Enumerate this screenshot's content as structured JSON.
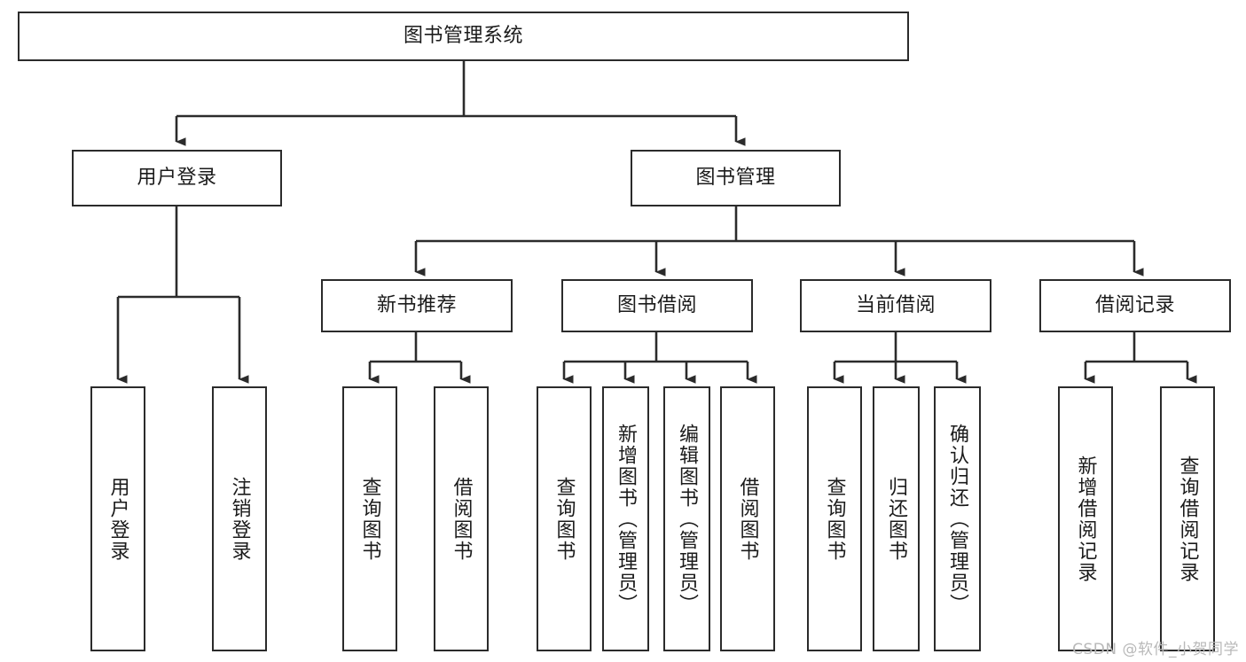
{
  "diagram": {
    "type": "tree-hierarchy-chart",
    "title": "图书管理系统",
    "colors": {
      "box_border": "#2b2b2b",
      "box_fill": "#ffffff",
      "connector": "#2b2b2b",
      "text": "#1b1b1b",
      "watermark": "#b9b9b9",
      "background": "#ffffff"
    },
    "levels": {
      "level1": [
        {
          "id": "root",
          "label": "图书管理系统",
          "orientation": "horizontal"
        }
      ],
      "level2": [
        {
          "id": "user-login",
          "label": "用户登录",
          "orientation": "horizontal"
        },
        {
          "id": "book-management",
          "label": "图书管理",
          "orientation": "horizontal"
        }
      ],
      "level3": [
        {
          "id": "new-book-recommend",
          "label": "新书推荐",
          "orientation": "horizontal",
          "parent": "book-management"
        },
        {
          "id": "book-borrow",
          "label": "图书借阅",
          "orientation": "horizontal",
          "parent": "book-management"
        },
        {
          "id": "current-borrow",
          "label": "当前借阅",
          "orientation": "horizontal",
          "parent": "book-management"
        },
        {
          "id": "borrow-record",
          "label": "借阅记录",
          "orientation": "horizontal",
          "parent": "book-management"
        }
      ],
      "level4": [
        {
          "id": "leaf-user-login",
          "label": "用户登录",
          "orientation": "vertical",
          "parent": "user-login"
        },
        {
          "id": "leaf-user-logout",
          "label": "注销登录",
          "orientation": "vertical",
          "parent": "user-login"
        },
        {
          "id": "leaf-query-book-1",
          "label": "查询图书",
          "orientation": "vertical",
          "parent": "new-book-recommend"
        },
        {
          "id": "leaf-borrow-book-1",
          "label": "借阅图书",
          "orientation": "vertical",
          "parent": "new-book-recommend"
        },
        {
          "id": "leaf-query-book-2",
          "label": "查询图书",
          "orientation": "vertical",
          "parent": "book-borrow"
        },
        {
          "id": "leaf-add-book",
          "label": "新增图书（管理员）",
          "orientation": "vertical",
          "parent": "book-borrow"
        },
        {
          "id": "leaf-edit-book",
          "label": "编辑图书（管理员）",
          "orientation": "vertical",
          "parent": "book-borrow"
        },
        {
          "id": "leaf-borrow-book-2",
          "label": "借阅图书",
          "orientation": "vertical",
          "parent": "book-borrow"
        },
        {
          "id": "leaf-query-book-3",
          "label": "查询图书",
          "orientation": "vertical",
          "parent": "current-borrow"
        },
        {
          "id": "leaf-return-book",
          "label": "归还图书",
          "orientation": "vertical",
          "parent": "current-borrow"
        },
        {
          "id": "leaf-confirm-return",
          "label": "确认归还（管理员）",
          "orientation": "vertical",
          "parent": "current-borrow"
        },
        {
          "id": "leaf-add-record",
          "label": "新增借阅记录",
          "orientation": "vertical",
          "parent": "borrow-record"
        },
        {
          "id": "leaf-query-record",
          "label": "查询借阅记录",
          "orientation": "vertical",
          "parent": "borrow-record"
        }
      ]
    }
  },
  "watermark": {
    "text": "CSDN @软件_小贺同学"
  }
}
